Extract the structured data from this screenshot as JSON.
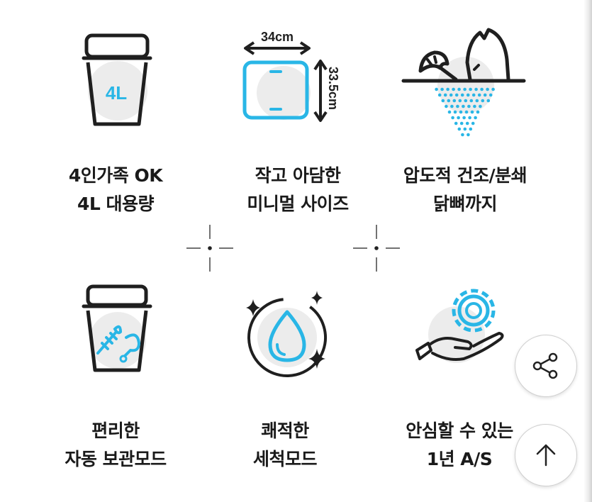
{
  "features": [
    {
      "line1": "4인가족 OK",
      "line2": "4L 대용량",
      "icon": "bin-4l-icon",
      "bin_label": "4L"
    },
    {
      "line1": "작고 아담한",
      "line2": "미니멀 사이즈",
      "icon": "size-dimension-icon",
      "width_label": "34cm",
      "height_label": "33.5cm"
    },
    {
      "line1": "압도적 건조/분쇄",
      "line2": "닭뼈까지",
      "icon": "drying-grinding-icon"
    },
    {
      "line1": "편리한",
      "line2": "자동 보관모드",
      "icon": "storage-bin-icon"
    },
    {
      "line1": "쾌적한",
      "line2": "세척모드",
      "icon": "water-drop-sparkle-icon"
    },
    {
      "line1": "안심할 수 있는",
      "line2": "1년 A/S",
      "icon": "hand-gear-icon"
    }
  ],
  "buttons": {
    "share": "share-icon",
    "scroll_top": "arrow-up-icon"
  },
  "colors": {
    "accent": "#29b6e6",
    "dark": "#1f1f1f",
    "bg_circle": "#ececec"
  }
}
